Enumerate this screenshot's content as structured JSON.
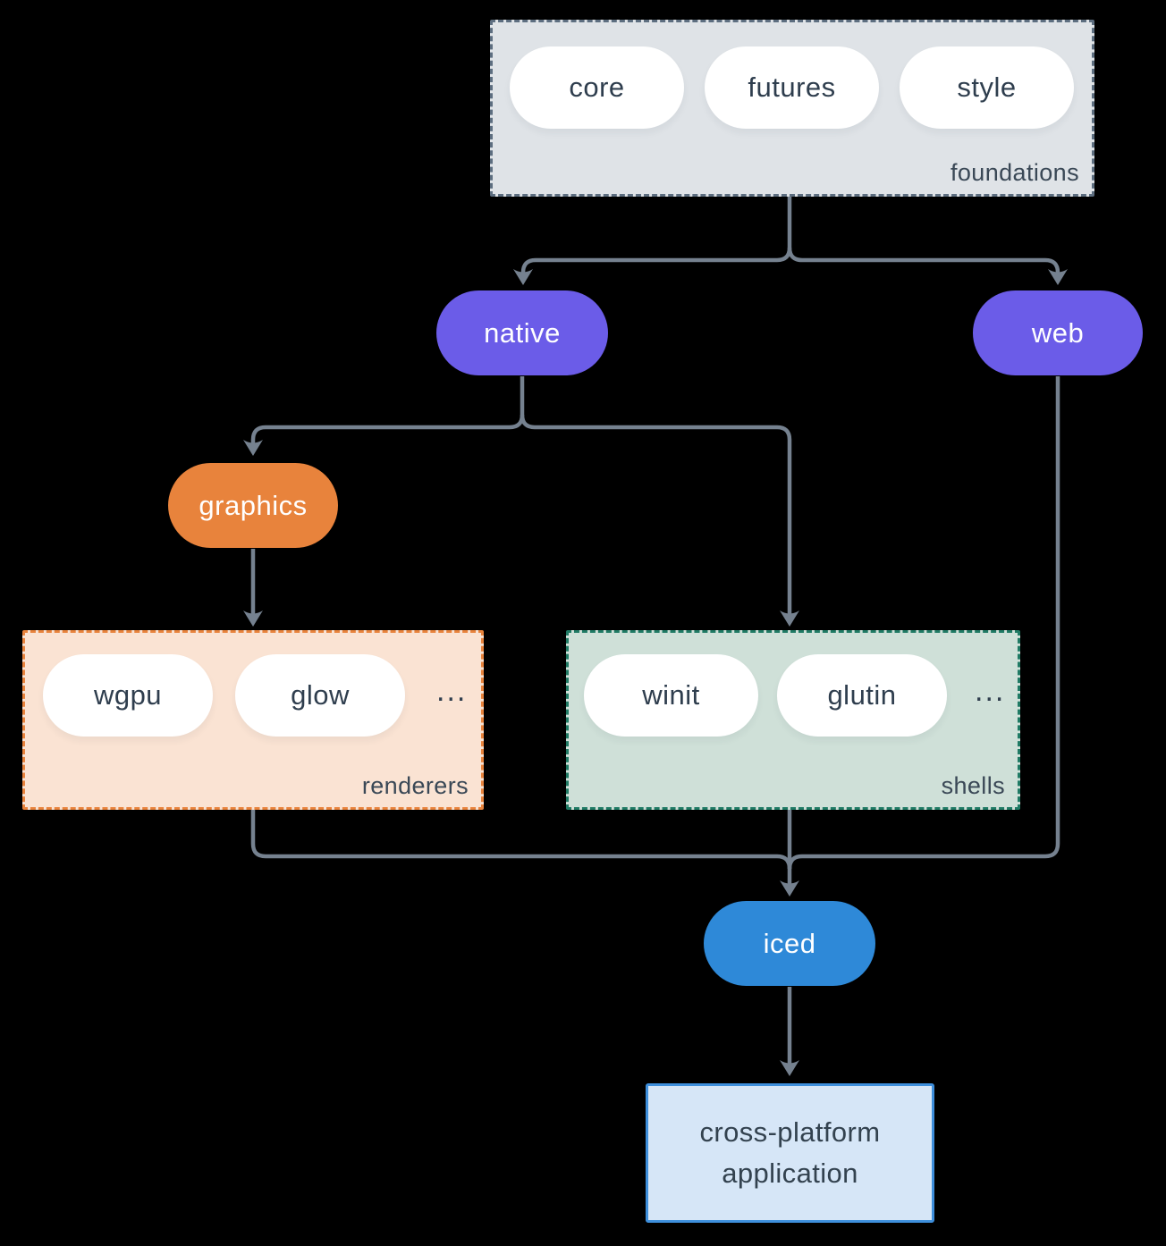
{
  "diagram": {
    "foundations": {
      "label": "foundations",
      "pills": [
        "core",
        "futures",
        "style"
      ]
    },
    "nodes": {
      "native": "native",
      "web": "web",
      "graphics": "graphics",
      "iced": "iced"
    },
    "renderers": {
      "label": "renderers",
      "pills": [
        "wgpu",
        "glow"
      ],
      "ellipsis": "..."
    },
    "shells": {
      "label": "shells",
      "pills": [
        "winit",
        "glutin"
      ],
      "ellipsis": "..."
    },
    "application": {
      "line1": "cross-platform",
      "line2": "application"
    },
    "colors": {
      "background": "#000000",
      "connector": "#75818f",
      "foundations_bg": "#dfe3e7",
      "foundations_border": "#5d6e80",
      "renderers_bg": "#fae3d3",
      "renderers_border": "#e8833c",
      "shells_bg": "#cfe0d8",
      "shells_border": "#1f7a64",
      "purple_node": "#6b5ce8",
      "orange_node": "#e8833c",
      "iced_node": "#2e89d8",
      "app_bg": "#d6e6f7",
      "app_border": "#3e8fdc",
      "dark_text": "#2f3e4e"
    }
  }
}
